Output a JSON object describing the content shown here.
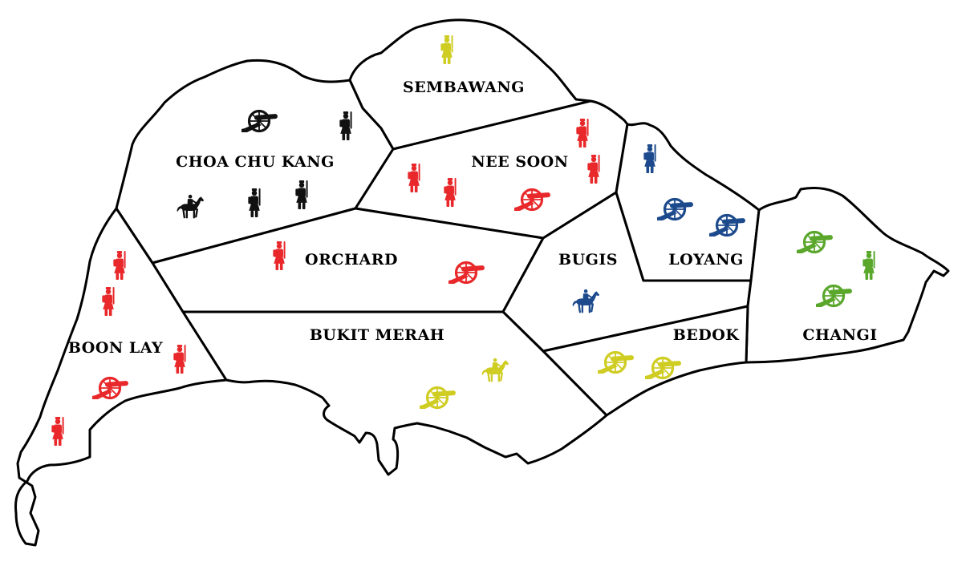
{
  "factions": {
    "red": "#e8282a",
    "black": "#111111",
    "blue": "#1c4a8c",
    "yellow": "#cfcc22",
    "green": "#5aa72c"
  },
  "unit_types": [
    "infantry",
    "artillery",
    "cavalry"
  ],
  "territories": [
    {
      "id": "sembawang",
      "label": "SEMBAWANG"
    },
    {
      "id": "choa-chu-kang",
      "label": "CHOA CHU KANG"
    },
    {
      "id": "nee-soon",
      "label": "NEE SOON"
    },
    {
      "id": "orchard",
      "label": "ORCHARD"
    },
    {
      "id": "bugis",
      "label": "BUGIS"
    },
    {
      "id": "loyang",
      "label": "LOYANG"
    },
    {
      "id": "boon-lay",
      "label": "BOON LAY"
    },
    {
      "id": "bukit-merah",
      "label": "BUKIT MERAH"
    },
    {
      "id": "bedok",
      "label": "BEDOK"
    },
    {
      "id": "changi",
      "label": "CHANGI"
    }
  ],
  "units": [
    {
      "territory": "sembawang",
      "type": "infantry",
      "faction": "yellow"
    },
    {
      "territory": "choa-chu-kang",
      "type": "artillery",
      "faction": "black"
    },
    {
      "territory": "choa-chu-kang",
      "type": "infantry",
      "faction": "black"
    },
    {
      "territory": "choa-chu-kang",
      "type": "cavalry",
      "faction": "black"
    },
    {
      "territory": "choa-chu-kang",
      "type": "infantry",
      "faction": "black"
    },
    {
      "territory": "choa-chu-kang",
      "type": "infantry",
      "faction": "black"
    },
    {
      "territory": "nee-soon",
      "type": "infantry",
      "faction": "red"
    },
    {
      "territory": "nee-soon",
      "type": "infantry",
      "faction": "red"
    },
    {
      "territory": "nee-soon",
      "type": "infantry",
      "faction": "red"
    },
    {
      "territory": "nee-soon",
      "type": "infantry",
      "faction": "red"
    },
    {
      "territory": "nee-soon",
      "type": "artillery",
      "faction": "red"
    },
    {
      "territory": "orchard",
      "type": "infantry",
      "faction": "red"
    },
    {
      "territory": "orchard",
      "type": "artillery",
      "faction": "red"
    },
    {
      "territory": "loyang",
      "type": "infantry",
      "faction": "blue"
    },
    {
      "territory": "loyang",
      "type": "artillery",
      "faction": "blue"
    },
    {
      "territory": "loyang",
      "type": "artillery",
      "faction": "blue"
    },
    {
      "territory": "bugis",
      "type": "cavalry",
      "faction": "blue"
    },
    {
      "territory": "boon-lay",
      "type": "infantry",
      "faction": "red"
    },
    {
      "territory": "boon-lay",
      "type": "infantry",
      "faction": "red"
    },
    {
      "territory": "boon-lay",
      "type": "infantry",
      "faction": "red"
    },
    {
      "territory": "boon-lay",
      "type": "artillery",
      "faction": "red"
    },
    {
      "territory": "boon-lay",
      "type": "infantry",
      "faction": "red"
    },
    {
      "territory": "bukit-merah",
      "type": "cavalry",
      "faction": "yellow"
    },
    {
      "territory": "bukit-merah",
      "type": "artillery",
      "faction": "yellow"
    },
    {
      "territory": "bedok",
      "type": "artillery",
      "faction": "yellow"
    },
    {
      "territory": "bedok",
      "type": "artillery",
      "faction": "yellow"
    },
    {
      "territory": "changi",
      "type": "artillery",
      "faction": "green"
    },
    {
      "territory": "changi",
      "type": "infantry",
      "faction": "green"
    },
    {
      "territory": "changi",
      "type": "artillery",
      "faction": "green"
    }
  ]
}
